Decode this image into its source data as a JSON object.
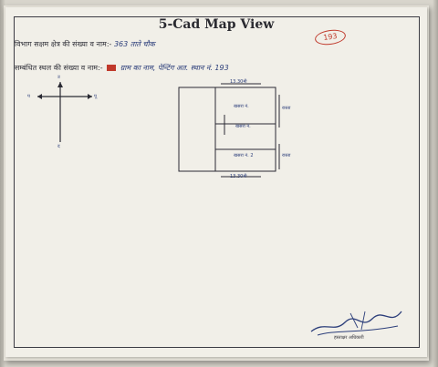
{
  "title": "5-Cad Map View",
  "page_number": "193",
  "line1": {
    "label": "विभाग सक्षम क्षेत्र की संख्या व नाम:-",
    "value": "363 ताते चौक"
  },
  "line2": {
    "label": "सम्बंधित स्थल की संख्या व नाम:-",
    "value": "ग्राम का नाम, पेन्टिंग अत. स्थान नं. 193"
  },
  "compass": {
    "north": "उ",
    "south": "द",
    "west": "प",
    "east": "पू"
  },
  "map_labels": {
    "top_width": "13.30मी",
    "bottom_width": "13.30मी",
    "plot_1": "खसरा नं.",
    "plot_2": "खसरा नं.",
    "plot_3": "खसरा नं. 2",
    "right_1": "रास्ता",
    "right_2": "रास्ता"
  },
  "signature": {
    "label": "हस्ताक्षर अधिकारी"
  }
}
